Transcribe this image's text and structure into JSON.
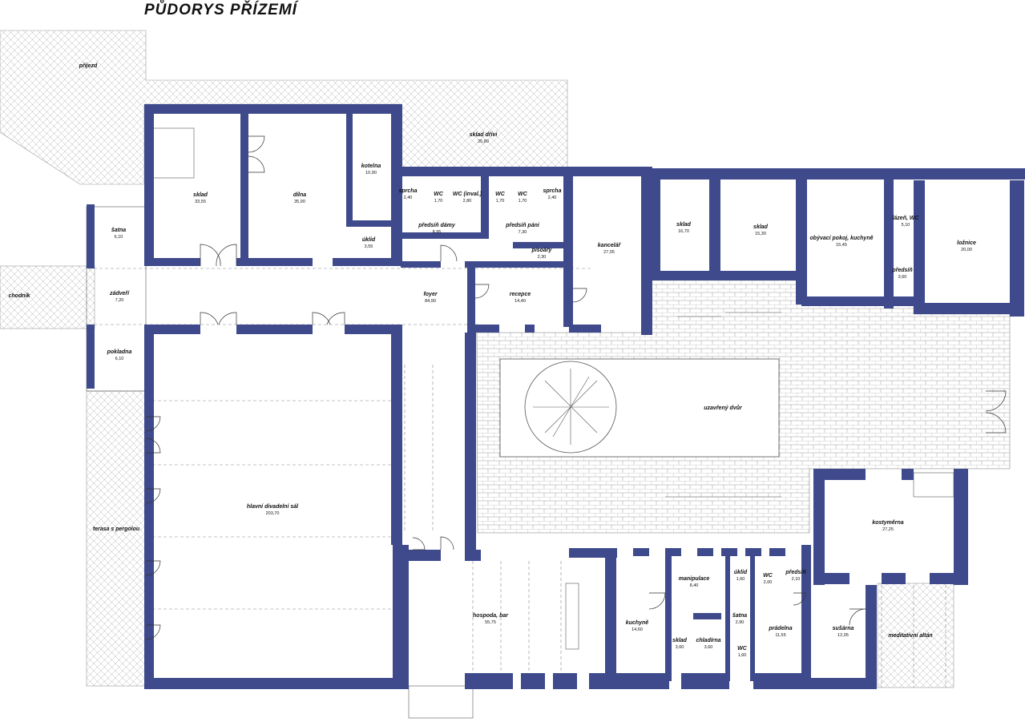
{
  "title": "PŮDORYS  PŘÍZEMÍ",
  "colors": {
    "wall": "#3f4a8c",
    "hatch": "#b5b5b5",
    "paving": "#9a9a9a"
  },
  "rooms": [
    {
      "name": "příjezd",
      "area": ""
    },
    {
      "name": "sklad dřívi",
      "area": "25,80"
    },
    {
      "name": "sklad",
      "area": "33,55"
    },
    {
      "name": "dílna",
      "area": "35,90"
    },
    {
      "name": "kotelna",
      "area": "10,90"
    },
    {
      "name": "úklid",
      "area": "3,55"
    },
    {
      "name": "sprcha",
      "area": "2,40"
    },
    {
      "name": "WC",
      "area": "1,70"
    },
    {
      "name": "WC (inval.)",
      "area": "2,80"
    },
    {
      "name": "WC",
      "area": "1,70"
    },
    {
      "name": "WC",
      "area": "1,70"
    },
    {
      "name": "sprcha",
      "area": "2,40"
    },
    {
      "name": "předsíň dámy",
      "area": "8,95"
    },
    {
      "name": "předsíň páni",
      "area": "7,30"
    },
    {
      "name": "pisoáry",
      "area": "2,30"
    },
    {
      "name": "kancelář",
      "area": "27,05"
    },
    {
      "name": "šatna",
      "area": "6,10"
    },
    {
      "name": "zádveří",
      "area": "7,20"
    },
    {
      "name": "chodník",
      "area": ""
    },
    {
      "name": "foyer",
      "area": "84,90"
    },
    {
      "name": "recepce",
      "area": "14,40"
    },
    {
      "name": "pokladna",
      "area": "6,10"
    },
    {
      "name": "sklad",
      "area": "16,70"
    },
    {
      "name": "sklad",
      "area": "15,30"
    },
    {
      "name": "obývací pokoj, kuchyně",
      "area": "15,45"
    },
    {
      "name": "lázeň, WC",
      "area": "5,10"
    },
    {
      "name": "ložnice",
      "area": "20,00"
    },
    {
      "name": "předsíň",
      "area": "3,60"
    },
    {
      "name": "uzavřený dvůr",
      "area": ""
    },
    {
      "name": "hlavní divadelní sál",
      "area": "203,70"
    },
    {
      "name": "terasa s pergolou",
      "area": ""
    },
    {
      "name": "kostyměrna",
      "area": "27,25"
    },
    {
      "name": "hospoda, bar",
      "area": "55,75"
    },
    {
      "name": "kuchyně",
      "area": "14,60"
    },
    {
      "name": "manipulace",
      "area": "8,40"
    },
    {
      "name": "úklid",
      "area": "1,60"
    },
    {
      "name": "WC",
      "area": "2,00"
    },
    {
      "name": "předsíň",
      "area": "2,10"
    },
    {
      "name": "šatna",
      "area": "2,90"
    },
    {
      "name": "sklad",
      "area": "3,60"
    },
    {
      "name": "chladírna",
      "area": "3,60"
    },
    {
      "name": "WC",
      "area": "1,60"
    },
    {
      "name": "prádelna",
      "area": "11,55"
    },
    {
      "name": "sušárna",
      "area": "12,05"
    },
    {
      "name": "meditativní altán",
      "area": ""
    }
  ]
}
